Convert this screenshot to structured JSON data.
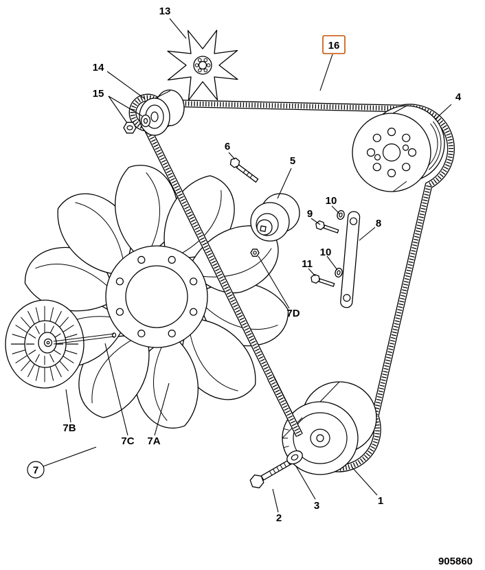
{
  "figure": {
    "ref_number": "905860"
  },
  "colors": {
    "accent": "#c65102",
    "line": "#000000"
  },
  "callouts": {
    "n1": "1",
    "n2": "2",
    "n3": "3",
    "n4": "4",
    "n5": "5",
    "n6": "6",
    "n7": "7",
    "n7a": "7A",
    "n7b": "7B",
    "n7c": "7C",
    "n7d": "7D",
    "n8": "8",
    "n9": "9",
    "n10a": "10",
    "n10b": "10",
    "n11": "11",
    "n13": "13",
    "n14": "14",
    "n15": "15",
    "n16": "16"
  }
}
